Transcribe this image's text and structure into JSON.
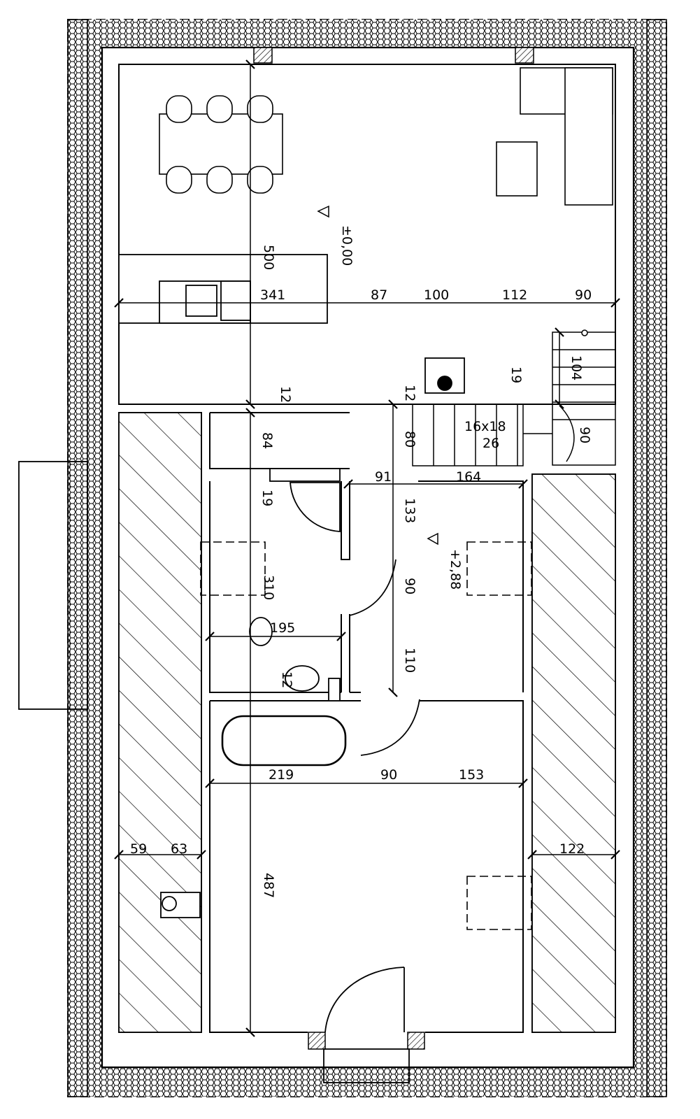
{
  "levels": {
    "ground": "±0,00",
    "upper": "+2,88"
  },
  "dimensions": {
    "vertical_main_top": "500",
    "h_341": "341",
    "h_87": "87",
    "h_100": "100",
    "h_112": "112",
    "h_90_top": "90",
    "v_104": "104",
    "v_19_stair": "19",
    "v_12_left": "12",
    "v_12_stair": "12",
    "stair_steps": "16x18",
    "stair_tread": "26",
    "v_90_stair": "90",
    "v_84": "84",
    "v_80": "80",
    "h_91": "91",
    "h_164": "164",
    "v_19_bath": "19",
    "v_133": "133",
    "v_310": "310",
    "v_90_mid": "90",
    "h_195": "195",
    "v_110": "110",
    "v_12_wc": "12",
    "h_219": "219",
    "h_90_bottom": "90",
    "h_153": "153",
    "h_59": "59",
    "h_63": "63",
    "h_122": "122",
    "vertical_main_bottom": "487"
  },
  "colors": {
    "line": "#000000",
    "background": "#ffffff"
  }
}
